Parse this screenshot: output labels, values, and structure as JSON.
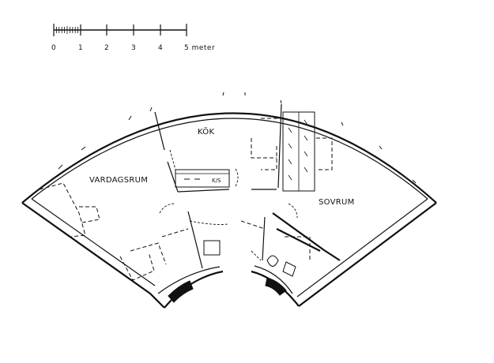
{
  "scale": {
    "ticks": [
      "0",
      "1",
      "2",
      "3",
      "4",
      "5 meter"
    ]
  },
  "rooms": {
    "vardagsrum": "VARDAGSRUM",
    "kok": "KÖK",
    "sovrum": "SOVRUM"
  },
  "fixtures": {
    "kitchen_label": "K/S"
  }
}
